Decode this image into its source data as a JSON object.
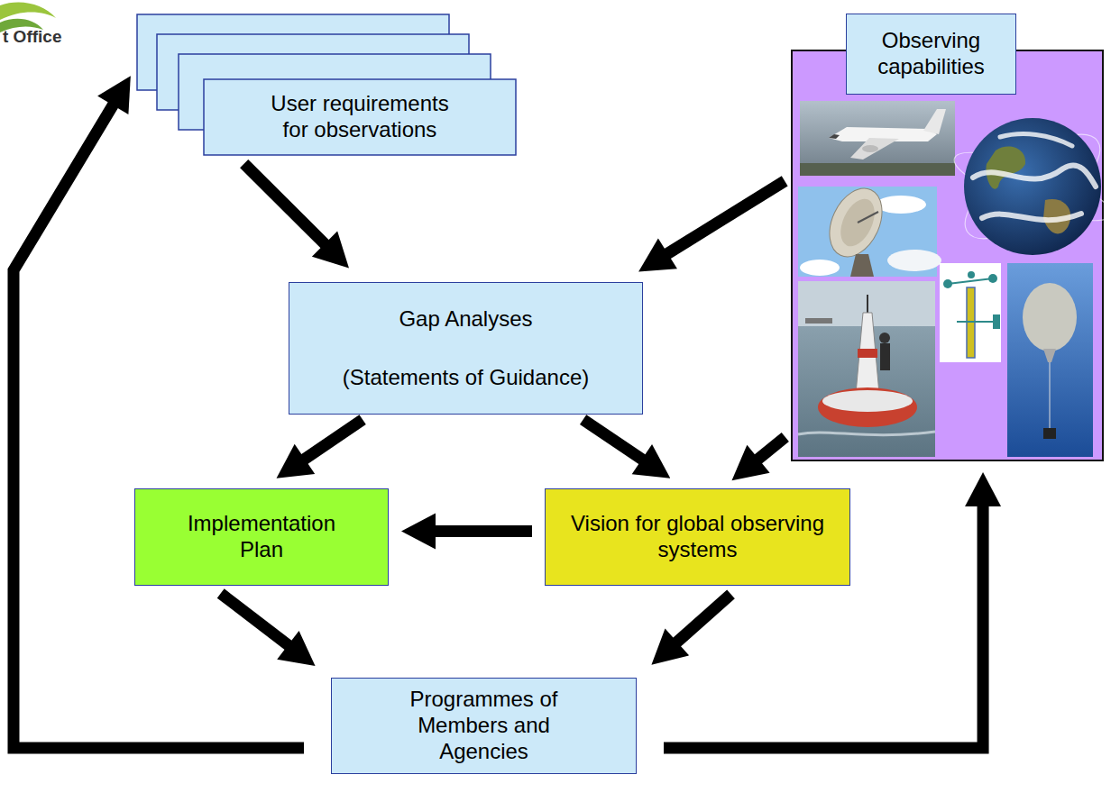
{
  "diagram": {
    "nodes": [
      {
        "text": [
          "User requirements for observations"
        ]
      },
      {
        "text": [
          "Observing capabilities"
        ]
      },
      {
        "text": [
          "Gap Analyses",
          "(Statements of Guidance)"
        ]
      },
      {
        "text": [
          "Implementation Plan"
        ]
      },
      {
        "text": [
          "Vision for global observing systems"
        ]
      },
      {
        "text": [
          "Programmes of Members and Agencies"
        ]
      }
    ],
    "edges": [
      {
        "from": 0,
        "to": 2,
        "arrow": "to"
      },
      {
        "from": 1,
        "to": 2,
        "arrow": "to"
      },
      {
        "from": 2,
        "to": 3,
        "arrow": "to"
      },
      {
        "from": 2,
        "to": 4,
        "arrow": "to"
      },
      {
        "from": 1,
        "to": 4,
        "arrow": "to"
      },
      {
        "from": 4,
        "to": 3,
        "arrow": "to"
      },
      {
        "from": 3,
        "to": 5,
        "arrow": "to"
      },
      {
        "from": 4,
        "to": 5,
        "arrow": "to"
      },
      {
        "from": 5,
        "to": 0,
        "arrow": "to"
      },
      {
        "from": 5,
        "to": 1,
        "arrow": "to"
      }
    ],
    "labels": [
      "t Office"
    ]
  }
}
